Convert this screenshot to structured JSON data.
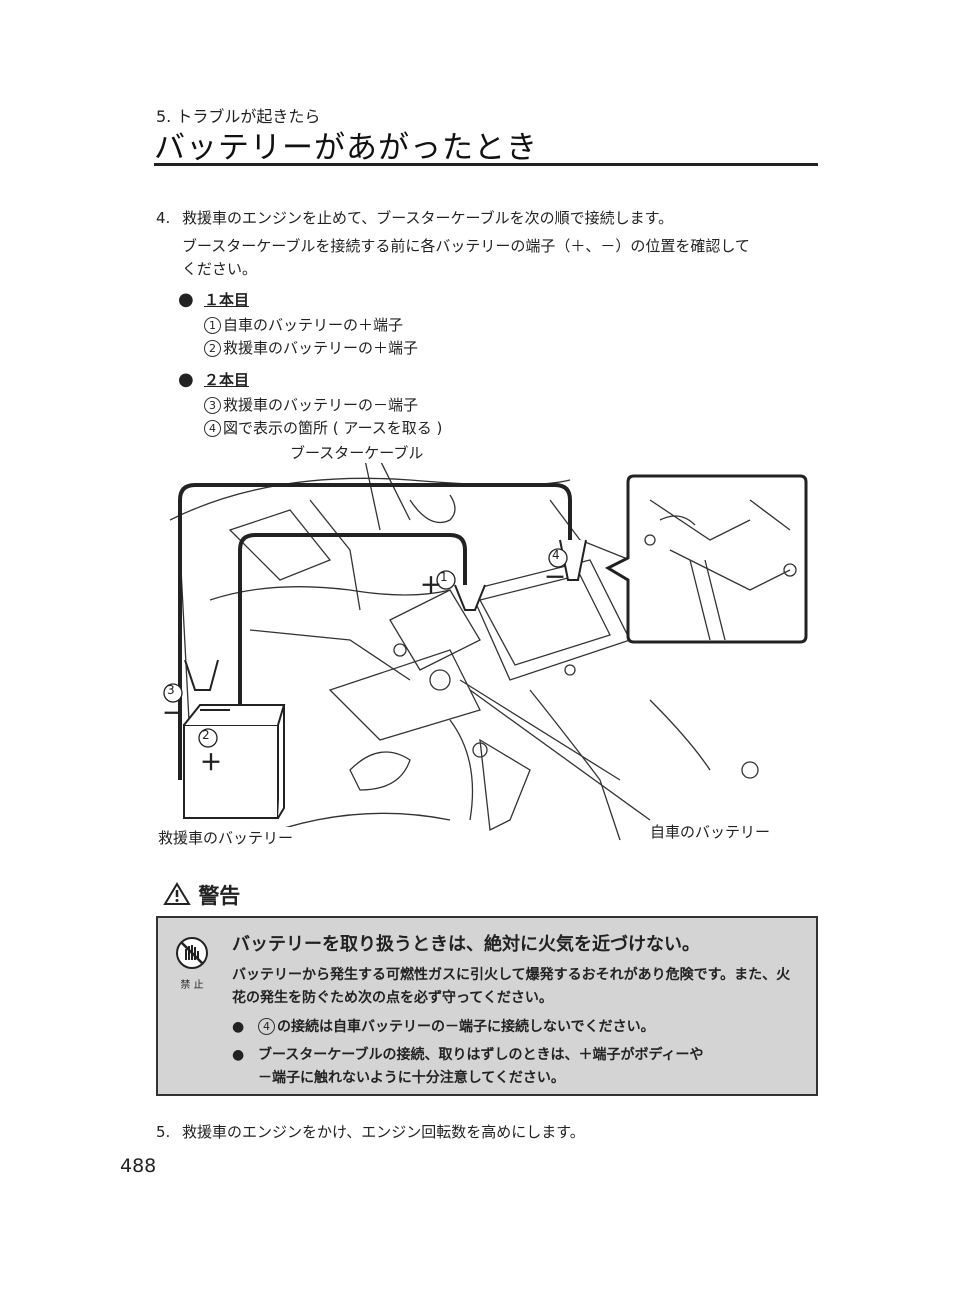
{
  "header": {
    "section": "5. トラブルが起きたら",
    "title": "バッテリーがあがったとき"
  },
  "step4": {
    "number": "4.",
    "text": "救援車のエンジンを止めて、ブースターケーブルを次の順で接続します。",
    "note_line1": "ブースターケーブルを接続する前に各バッテリーの端子（＋、－）の位置を確認して",
    "note_line2": "ください。"
  },
  "cable1": {
    "bullet": "●",
    "heading": "１本目",
    "items": [
      {
        "mark": "1",
        "text": "自車のバッテリーの＋端子"
      },
      {
        "mark": "2",
        "text": "救援車のバッテリーの＋端子"
      }
    ]
  },
  "cable2": {
    "bullet": "●",
    "heading": "２本目",
    "items": [
      {
        "mark": "3",
        "text": "救援車のバッテリーの－端子"
      },
      {
        "mark": "4",
        "text": "図で表示の箇所 ( アースを取る )"
      }
    ]
  },
  "figure": {
    "label_cable": "ブースターケーブル",
    "label_rescue": "救援車のバッテリー",
    "label_own": "自車のバッテリー",
    "plus": "＋",
    "minus": "－",
    "marks": [
      "1",
      "2",
      "3",
      "4"
    ]
  },
  "warning": {
    "heading": "警告",
    "icon_label": "禁 止",
    "title": "バッテリーを取り扱うときは、絶対に火気を近づけない。",
    "text": "バッテリーから発生する可燃性ガスに引火して爆発するおそれがあり危険です。また、火花の発生を防ぐため次の点を必ず守ってください。",
    "bullet": "●",
    "item1_mark": "4",
    "item1_text": "の接続は自車バッテリーの－端子に接続しないでください。",
    "item2_line1": "ブースターケーブルの接続、取りはずしのときは、＋端子がボディーや",
    "item2_line2": "－端子に触れないように十分注意してください。"
  },
  "step5": {
    "number": "5.",
    "text": "救援車のエンジンをかけ、エンジン回転数を高めにします。"
  },
  "page_number": "488"
}
